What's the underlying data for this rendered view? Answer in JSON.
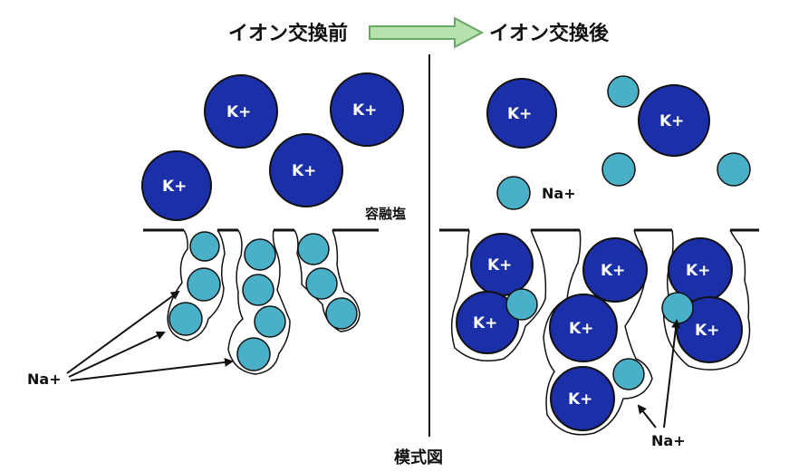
{
  "header": {
    "before_label": "イオン交換前",
    "after_label": "イオン交換後"
  },
  "labels": {
    "molten_salt": "容融塩",
    "schematic": "模式図",
    "potassium_ion": "K+",
    "sodium_ion": "Na+"
  },
  "colors": {
    "potassium": "#1a2fa8",
    "sodium": "#4ab0c8",
    "outline": "#111111",
    "arrow_fill": "#b6e2ad",
    "arrow_stroke": "#6aa765"
  }
}
